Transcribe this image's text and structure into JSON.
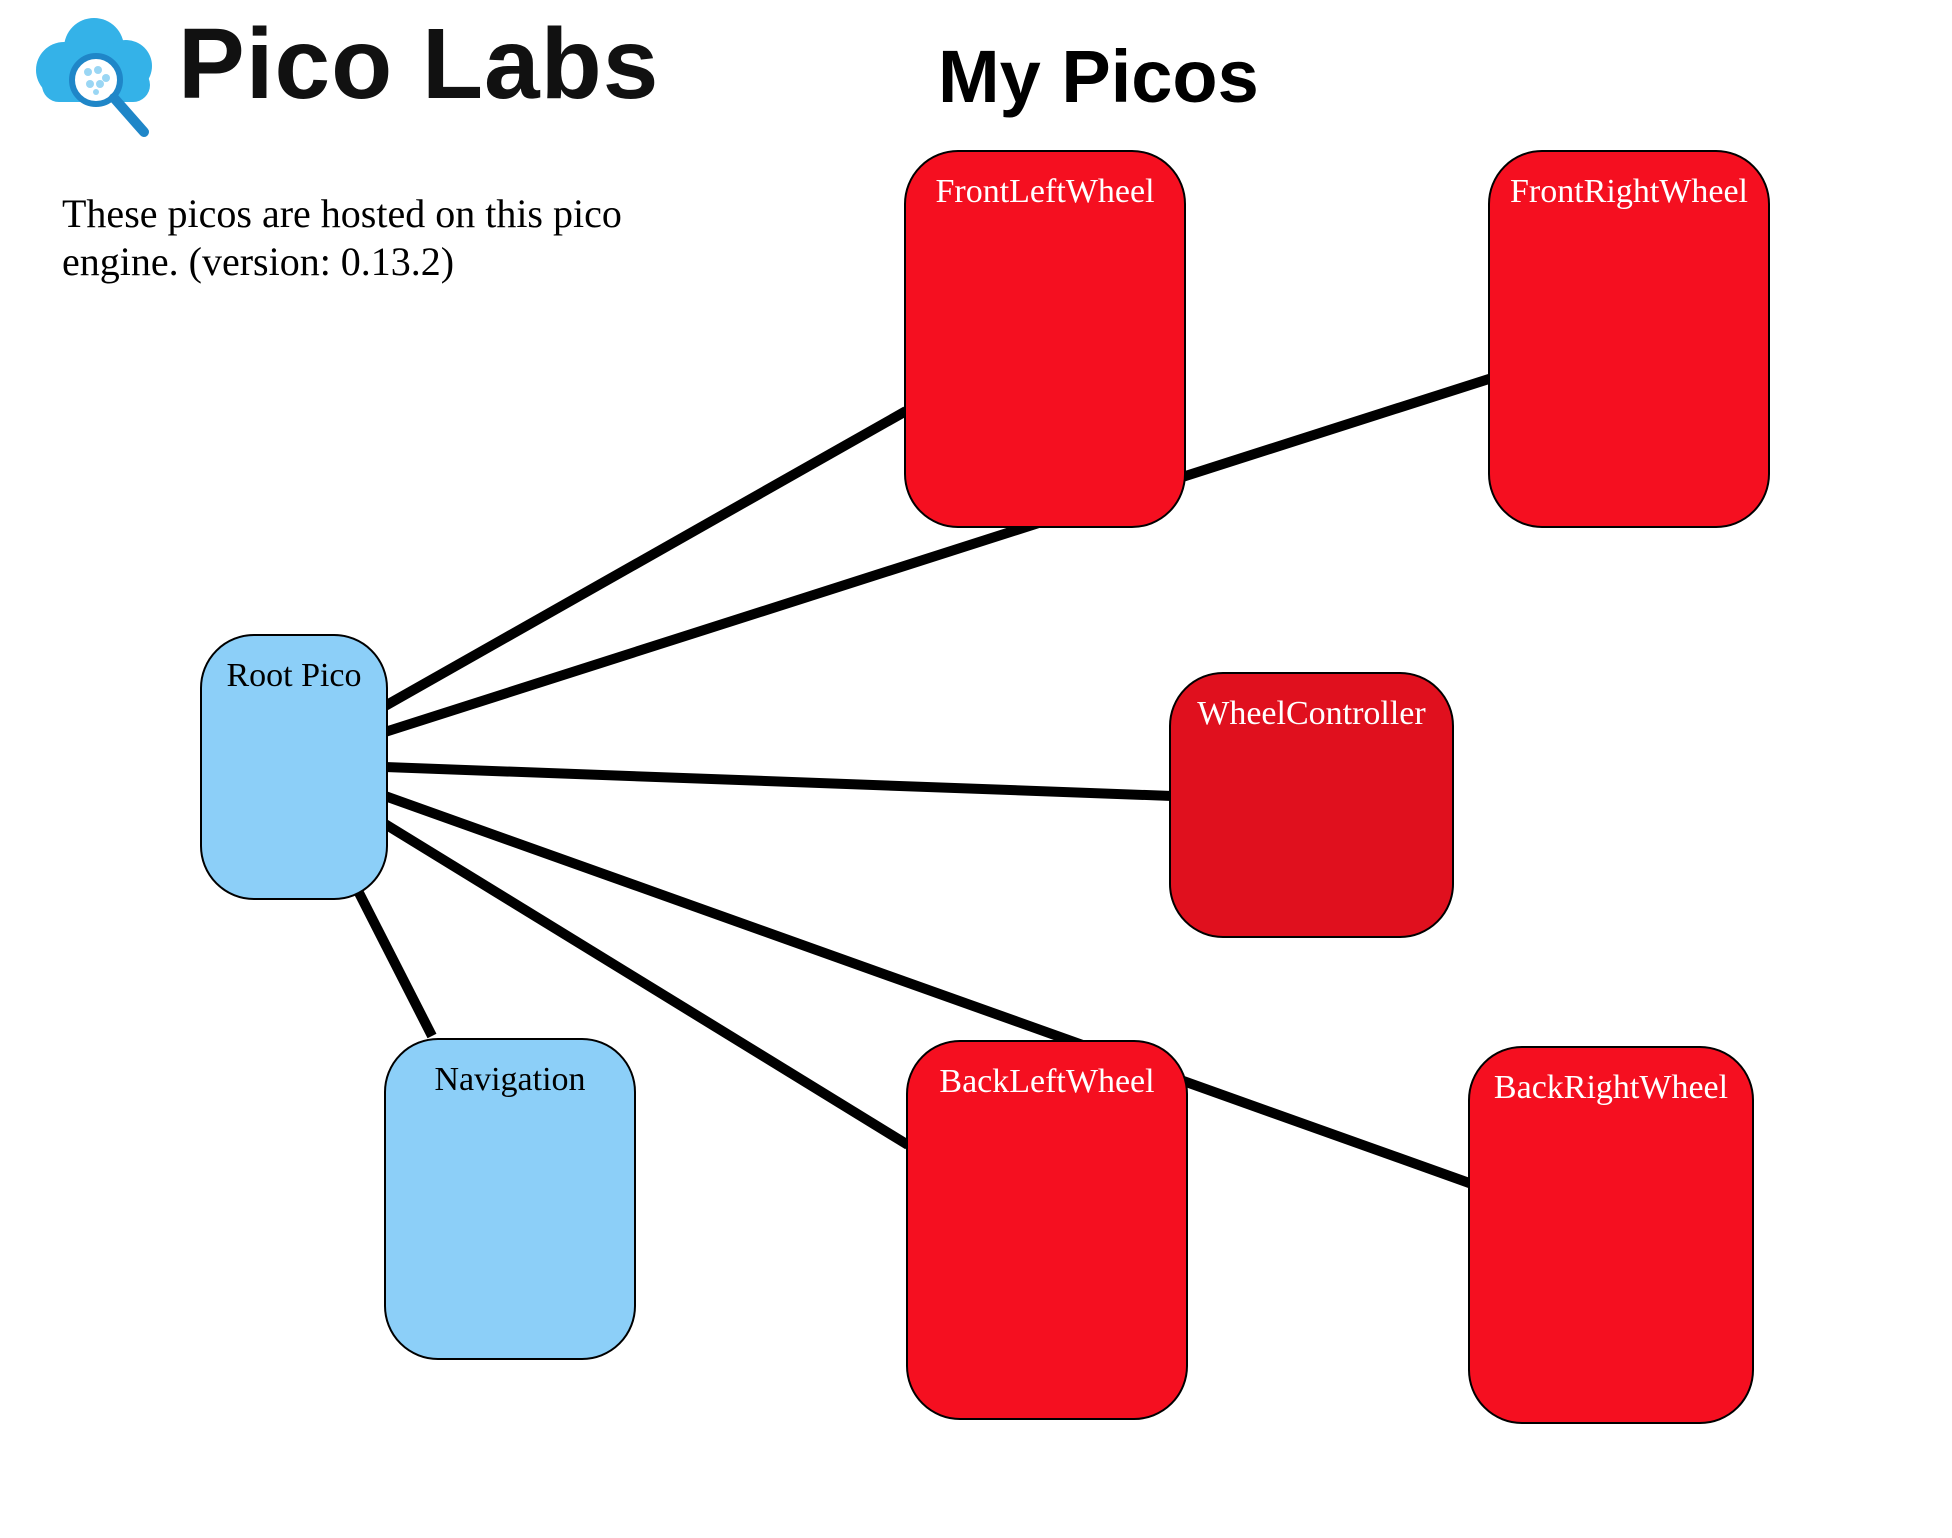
{
  "header": {
    "brand": "Pico Labs",
    "logo_icon": "cloud-magnifier-icon",
    "title": "My Picos"
  },
  "intro": "These picos are hosted on this pico engine. (version: 0.13.2)",
  "colors": {
    "root_fill": "#8ccff8",
    "child_fill": "#f50f20",
    "wheel_controller_fill": "#e0101e",
    "edge": "#000000"
  },
  "picos": [
    {
      "id": "root",
      "name": "Root Pico"
    },
    {
      "id": "navigation",
      "name": "Navigation"
    },
    {
      "id": "front-left-wheel",
      "name": "FrontLeftWheel"
    },
    {
      "id": "front-right-wheel",
      "name": "FrontRightWheel"
    },
    {
      "id": "wheel-controller",
      "name": "WheelController"
    },
    {
      "id": "back-left-wheel",
      "name": "BackLeftWheel"
    },
    {
      "id": "back-right-wheel",
      "name": "BackRightWheel"
    }
  ],
  "edges": [
    {
      "from": "Root Pico",
      "to": "Navigation"
    },
    {
      "from": "Root Pico",
      "to": "FrontLeftWheel"
    },
    {
      "from": "Root Pico",
      "to": "FrontRightWheel"
    },
    {
      "from": "Root Pico",
      "to": "WheelController"
    },
    {
      "from": "Root Pico",
      "to": "BackLeftWheel"
    },
    {
      "from": "Root Pico",
      "to": "BackRightWheel"
    }
  ]
}
